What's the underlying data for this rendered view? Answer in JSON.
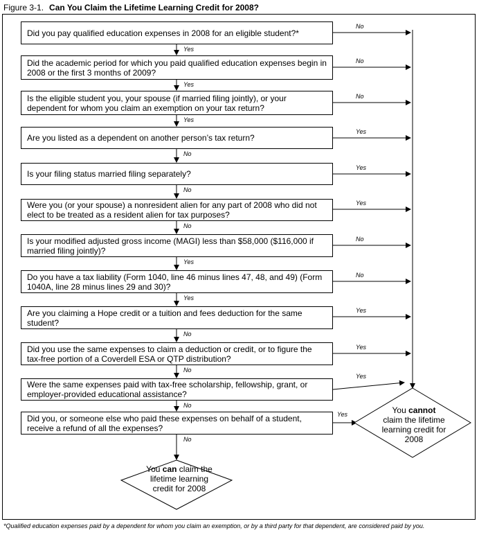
{
  "figure": {
    "number": "Figure 3-1.",
    "title": "Can You Claim the Lifetime Learning Credit for 2008?"
  },
  "questions": [
    {
      "text": "Did you pay qualified education expenses in 2008 for an eligible student?*",
      "right_label": "No",
      "down_label": "Yes"
    },
    {
      "text": "Did the academic period for which you paid qualified education expenses begin in 2008 or the first 3 months of 2009?",
      "right_label": "No",
      "down_label": "Yes"
    },
    {
      "text": "Is the eligible student you, your spouse (if married filing jointly), or your dependent for whom you claim an exemption on your tax return?",
      "right_label": "No",
      "down_label": "Yes"
    },
    {
      "text": "Are you listed as a dependent on another person’s tax return?",
      "right_label": "Yes",
      "down_label": "No"
    },
    {
      "text": "Is your filing status married filing separately?",
      "right_label": "Yes",
      "down_label": "No"
    },
    {
      "text": "Were you (or your spouse) a nonresident alien for any part of 2008 who did not elect to be treated as a resident alien for tax purposes?",
      "right_label": "Yes",
      "down_label": "No"
    },
    {
      "text": "Is your modified adjusted gross income (MAGI) less than $58,000 ($116,000 if married filing jointly)?",
      "right_label": "No",
      "down_label": "Yes"
    },
    {
      "text": "Do you have a tax liability (Form 1040, line 46 minus lines 47, 48, and 49) (Form 1040A, line 28 minus lines 29 and 30)?",
      "right_label": "No",
      "down_label": "Yes"
    },
    {
      "text": "Are you claiming a Hope credit or a tuition and fees deduction for the same student?",
      "right_label": "Yes",
      "down_label": "No"
    },
    {
      "text": "Did you use the same expenses to claim a deduction or credit, or to figure the tax-free portion of a Coverdell ESA or QTP distribution?",
      "right_label": "Yes",
      "down_label": "No"
    },
    {
      "text": "Were the same expenses paid with tax-free scholarship, fellowship, grant, or employer-provided educational assistance?",
      "right_label": "Yes",
      "down_label": "No"
    },
    {
      "text": "Did you, or someone else who paid these expenses on behalf of a student, receive a refund of all the expenses?",
      "right_label": "Yes",
      "down_label": "No"
    }
  ],
  "cannot_result": {
    "pre": "You",
    "bold": "cannot",
    "post": "claim the lifetime learning credit for 2008"
  },
  "can_result": {
    "pre": "You",
    "bold": "can",
    "post": "claim the lifetime learning credit for 2008"
  },
  "footnote": "*Qualified education expenses paid by a dependent for whom you claim an exemption, or by a third party for that dependent, are considered paid by you."
}
